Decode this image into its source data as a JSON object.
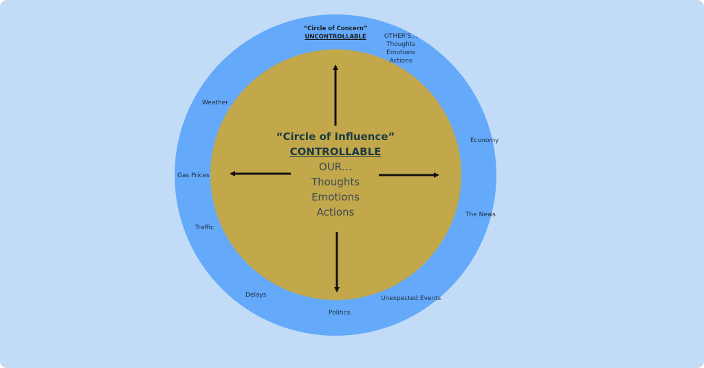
{
  "colors": {
    "background": "#c2dcf7",
    "outer_circle": "#64a9fa",
    "inner_circle": "#c2a74b",
    "arrow": "#111111"
  },
  "concern": {
    "title": "“Circle of Concern”",
    "subtitle": "UNCONTROLLABLE",
    "others_heading": "OTHER'S…",
    "others_items": [
      "Thoughts",
      "Emotions",
      "Actions"
    ]
  },
  "influence": {
    "title": "“Circle of Influence”",
    "subtitle": "CONTROLLABLE",
    "ours_heading": "OUR…",
    "ours_items": [
      "Thoughts",
      "Emotions",
      "Actions"
    ]
  },
  "outer_labels": {
    "weather": "Weather",
    "gas_prices": "Gas Prices",
    "traffic": "Traffic",
    "delays": "Delays",
    "politics": "Politics",
    "unexpected_events": "Unexpected Events",
    "the_news": "The News",
    "economy": "Economy"
  }
}
